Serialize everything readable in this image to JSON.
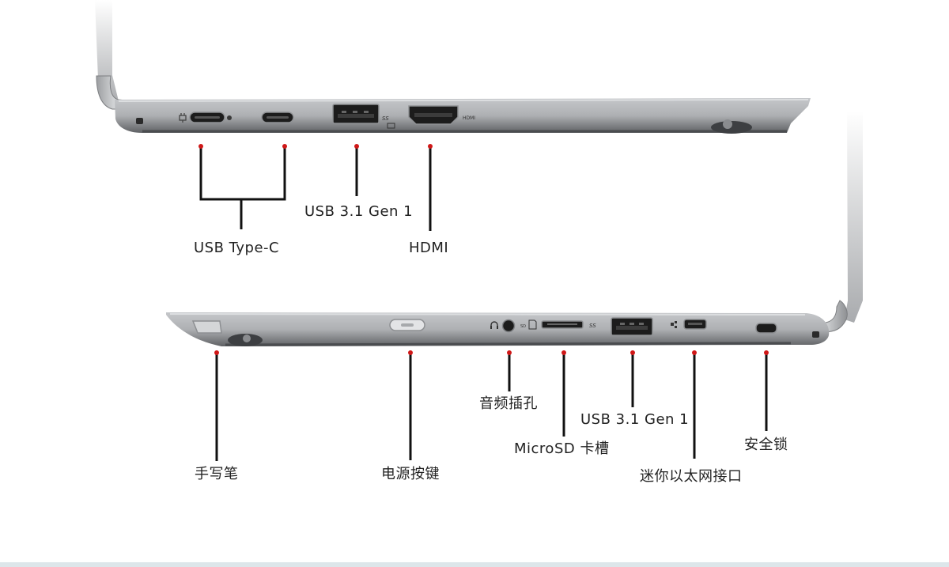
{
  "labels": {
    "usb_type_c": "USB Type-C",
    "usb_31_gen1_top": "USB 3.1 Gen 1",
    "hdmi": "HDMI",
    "stylus": "手写笔",
    "power_button": "电源按键",
    "audio_jack": "音频插孔",
    "microsd": "MicroSD 卡槽",
    "usb_31_gen1_bottom": "USB 3.1 Gen 1",
    "mini_ethernet": "迷你以太网接口",
    "security_lock": "安全锁"
  },
  "engravings": {
    "hdmi_port_text": "HDMI",
    "usb_ss_text": "SS"
  },
  "colors": {
    "marker": "#d01818",
    "leader": "#111111",
    "chassis": "#a8aaad",
    "port": "#1c1c1c"
  }
}
